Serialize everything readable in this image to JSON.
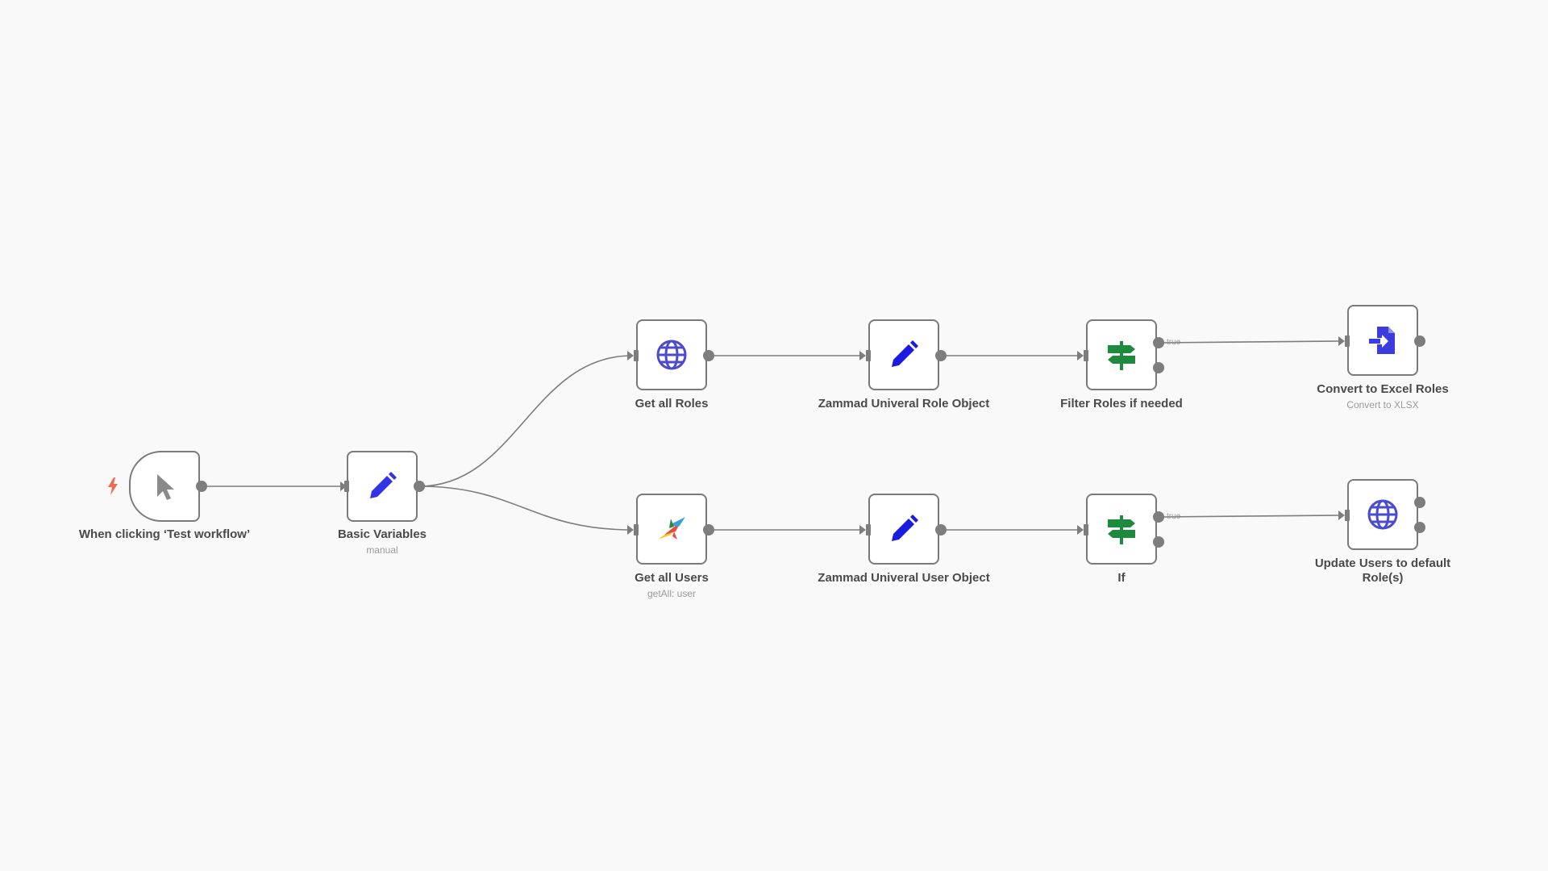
{
  "nodes": {
    "trigger": {
      "label": "When clicking ‘Test workflow’",
      "icon": "cursor-icon"
    },
    "basic": {
      "label": "Basic Variables",
      "sublabel": "manual",
      "icon": "pencil-icon"
    },
    "roles": {
      "label": "Get all Roles",
      "icon": "globe-icon"
    },
    "users": {
      "label": "Get all Users",
      "sublabel": "getAll: user",
      "icon": "zammad-bird-icon"
    },
    "role_obj": {
      "label": "Zammad Univeral Role Object",
      "icon": "pencil-icon"
    },
    "user_obj": {
      "label": "Zammad Univeral User Object",
      "icon": "pencil-icon"
    },
    "filter": {
      "label": "Filter Roles if needed",
      "icon": "signpost-icon"
    },
    "if": {
      "label": "If",
      "icon": "signpost-icon"
    },
    "excel": {
      "label": "Convert to Excel Roles",
      "sublabel": "Convert to XLSX",
      "icon": "file-convert-icon"
    },
    "update": {
      "label": "Update Users to default Role(s)",
      "icon": "globe-icon"
    }
  },
  "branches": {
    "filter_true": "true",
    "if_true": "true"
  },
  "colors": {
    "canvas": "#f9f9f9",
    "edge": "#7d7d7d",
    "pencil": "#3333e6",
    "globe": "#4b4bd0",
    "signpost": "#1e8a3e",
    "bolt": "#ef6b4f"
  }
}
